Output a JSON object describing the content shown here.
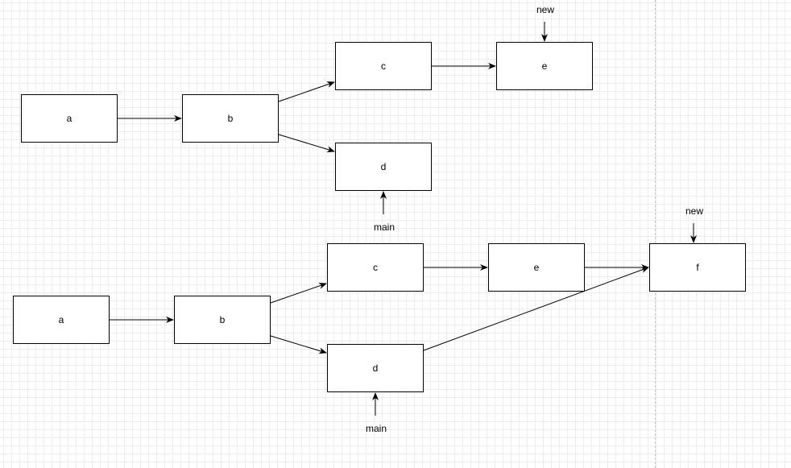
{
  "diagram": {
    "top": {
      "nodes": {
        "a": "a",
        "b": "b",
        "c": "c",
        "d": "d",
        "e": "e"
      },
      "labels": {
        "new": "new",
        "main": "main"
      }
    },
    "bottom": {
      "nodes": {
        "a": "a",
        "b": "b",
        "c": "c",
        "d": "d",
        "e": "e",
        "f": "f"
      },
      "labels": {
        "new": "new",
        "main": "main"
      }
    },
    "edges_top": [
      [
        "a",
        "b"
      ],
      [
        "b",
        "c"
      ],
      [
        "b",
        "d"
      ],
      [
        "c",
        "e"
      ]
    ],
    "edges_bottom": [
      [
        "a",
        "b"
      ],
      [
        "b",
        "c"
      ],
      [
        "b",
        "d"
      ],
      [
        "c",
        "e"
      ],
      [
        "e",
        "f"
      ],
      [
        "d",
        "f"
      ]
    ],
    "colors": {
      "line": "#000000",
      "grid": "#e0e0e0",
      "background": "#ffffff"
    }
  }
}
